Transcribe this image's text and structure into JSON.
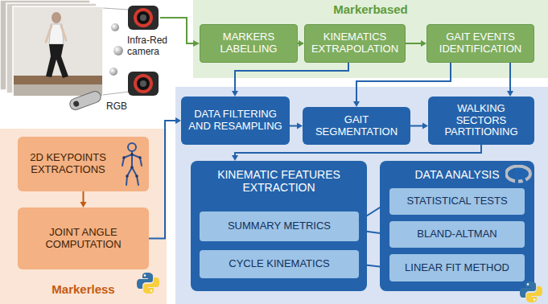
{
  "diagram": {
    "nodes": [
      {
        "text": [
          "Markerbased"
        ]
      },
      {
        "text": [
          "MARKERS LABELLING"
        ],
        "in": 0
      },
      {
        "text": [
          "KINEMATICS EXTRAPOLATION"
        ],
        "in": 0
      },
      {
        "text": [
          "GAIT EVENTS IDENTIFICATION"
        ],
        "in": 0
      },
      {
        "text": [
          "DATA FILTERING AND RESAMPLING"
        ]
      },
      {
        "text": [
          "GAIT SEGMENTATION"
        ]
      },
      {
        "text": [
          "WALKING SECTORS PARTITIONING"
        ]
      },
      {
        "text": [
          "KINEMATIC FEATURES EXTRACTION"
        ]
      },
      {
        "text": [
          "SUMMARY METRICS"
        ],
        "in": 7
      },
      {
        "text": [
          "CYCLE KINEMATICS"
        ],
        "in": 7
      },
      {
        "text": [
          "DATA ANALYSIS"
        ]
      },
      {
        "text": [
          "STATISTICAL TESTS"
        ],
        "in": 10
      },
      {
        "text": [
          "BLAND-ALTMAN"
        ],
        "in": 10
      },
      {
        "text": [
          "LINEAR FIT METHOD"
        ],
        "in": 10
      },
      {
        "text": [
          "Markerless"
        ]
      },
      {
        "text": [
          "2D KEYPOINTS EXTRACTIONS"
        ],
        "in": 14
      },
      {
        "text": [
          "JOINT ANGLE COMPUTATION"
        ],
        "in": 14
      }
    ],
    "edges": [
      {
        "from": 1,
        "to": 2,
        "arrow": "to"
      },
      {
        "from": 2,
        "to": 3,
        "arrow": "to"
      },
      {
        "from": 2,
        "to": 4,
        "arrow": "to"
      },
      {
        "from": 3,
        "to": 5,
        "arrow": "to"
      },
      {
        "from": 3,
        "to": 6,
        "arrow": "to"
      },
      {
        "from": 4,
        "to": 5,
        "arrow": "to"
      },
      {
        "from": 5,
        "to": 6,
        "arrow": "to"
      },
      {
        "from": 6,
        "to": 7,
        "arrow": "to"
      },
      {
        "from": 8,
        "to": 11,
        "arrow": "to"
      },
      {
        "from": 8,
        "to": 12,
        "arrow": "to"
      },
      {
        "from": 9,
        "to": 13,
        "arrow": "to"
      },
      {
        "from": 15,
        "to": 16,
        "arrow": "to"
      },
      {
        "from": 16,
        "to": 4,
        "arrow": "to"
      }
    ],
    "labels": [
      "Infra-Red camera",
      "RGB"
    ]
  }
}
